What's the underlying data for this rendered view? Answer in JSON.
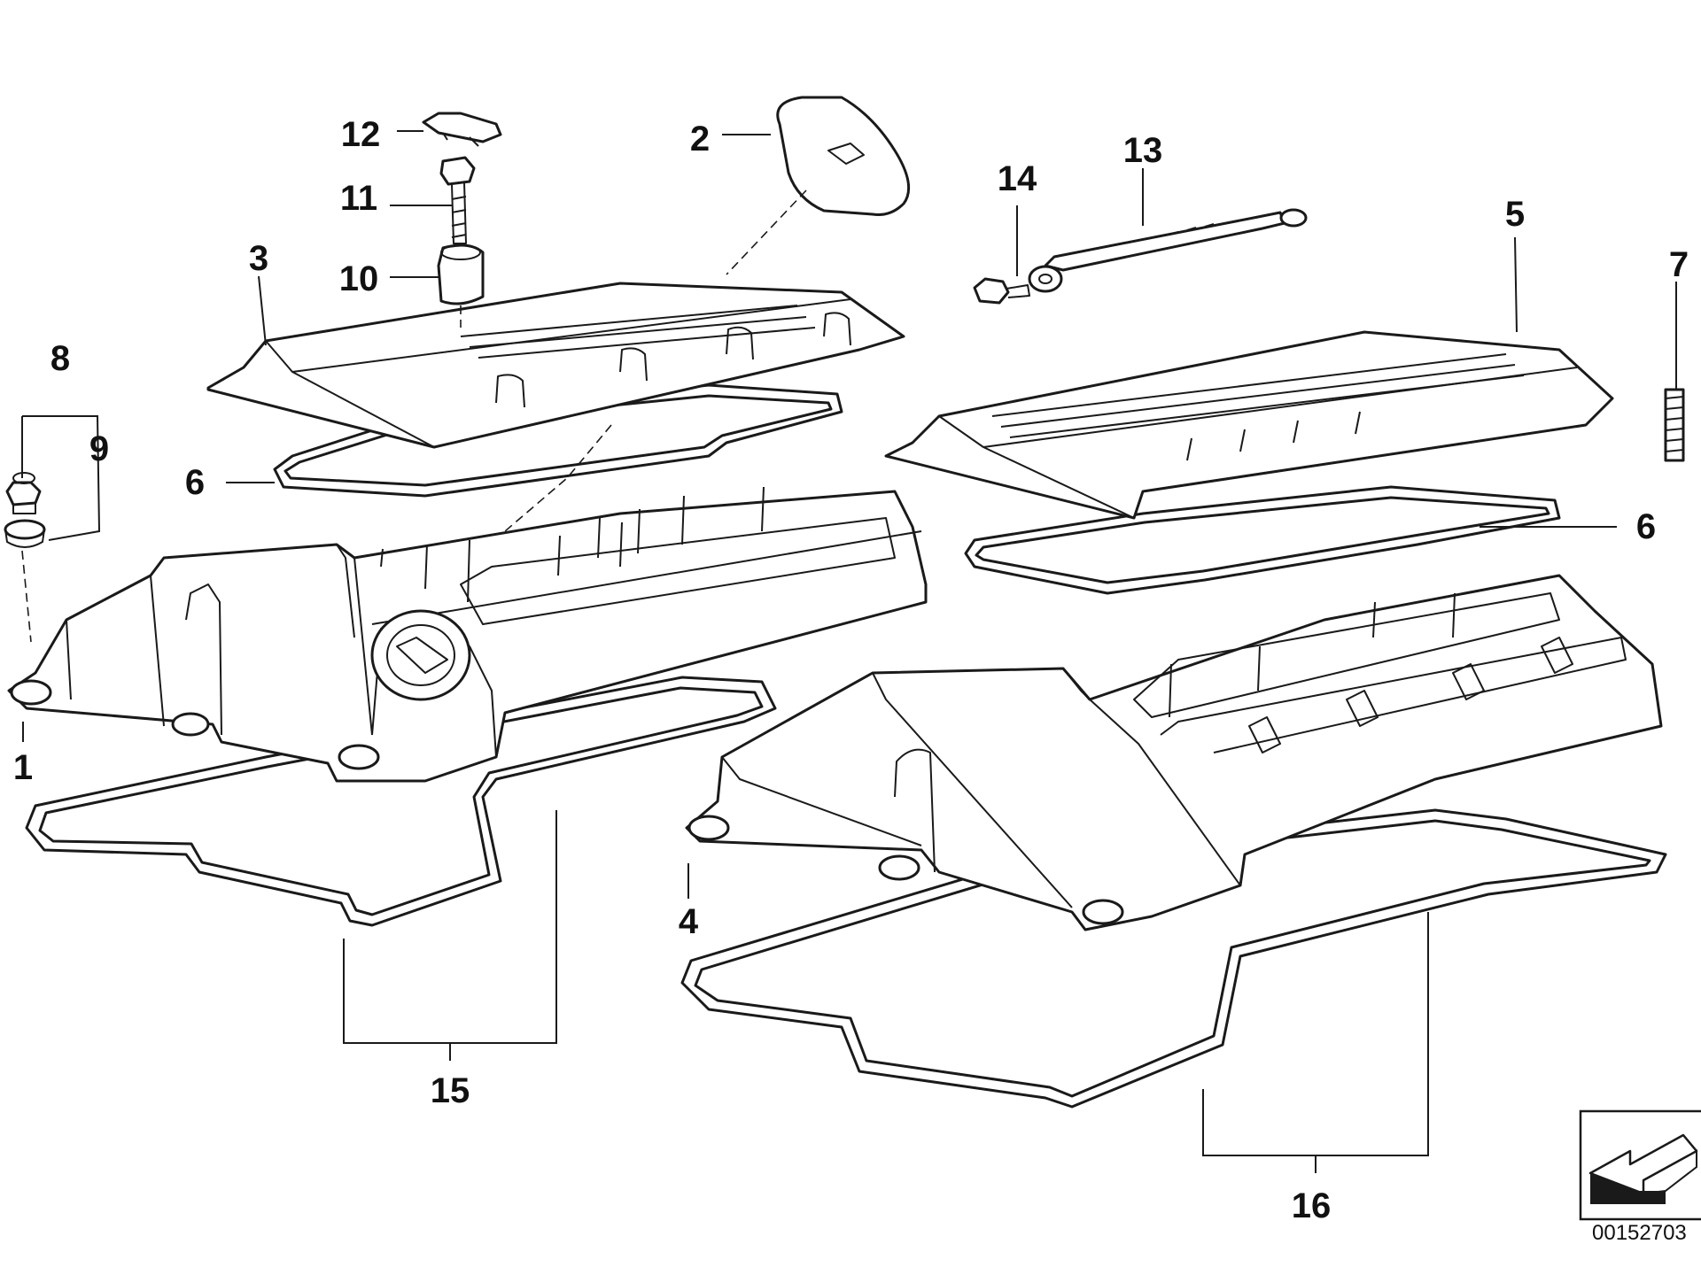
{
  "diagram": {
    "callouts": [
      {
        "id": "1",
        "label": "1"
      },
      {
        "id": "2",
        "label": "2"
      },
      {
        "id": "3",
        "label": "3"
      },
      {
        "id": "4",
        "label": "4"
      },
      {
        "id": "5",
        "label": "5"
      },
      {
        "id": "6a",
        "label": "6"
      },
      {
        "id": "6b",
        "label": "6"
      },
      {
        "id": "7",
        "label": "7"
      },
      {
        "id": "8",
        "label": "8"
      },
      {
        "id": "9",
        "label": "9"
      },
      {
        "id": "10",
        "label": "10"
      },
      {
        "id": "11",
        "label": "11"
      },
      {
        "id": "12",
        "label": "12"
      },
      {
        "id": "13",
        "label": "13"
      },
      {
        "id": "14",
        "label": "14"
      },
      {
        "id": "15",
        "label": "15"
      },
      {
        "id": "16",
        "label": "16"
      }
    ],
    "document_number": "00152703"
  }
}
